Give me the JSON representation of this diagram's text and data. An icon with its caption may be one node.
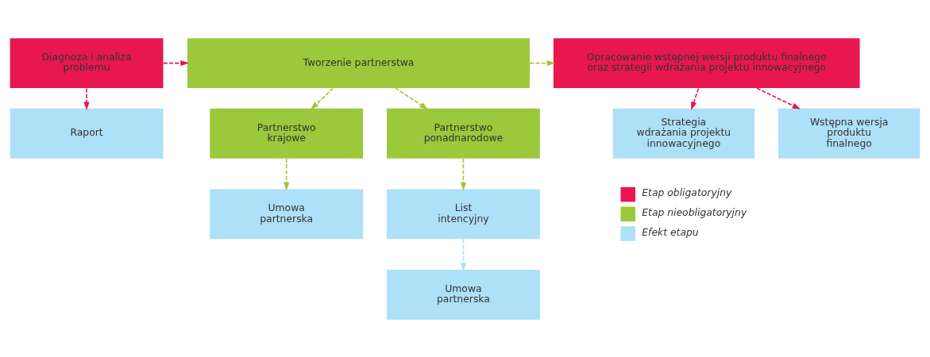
{
  "diagram": {
    "nodes": [
      {
        "text": [
          "Diagnoza i analiza problemu"
        ]
      },
      {
        "text": [
          "Tworzenie partnerstwa"
        ]
      },
      {
        "text": [
          "Opracowanie wstępnej wersji produktu finalnego oraz strategii wdrażania projektu innowacyjnego"
        ]
      },
      {
        "text": [
          "Raport"
        ]
      },
      {
        "text": [
          "Partnerstwo krajowe"
        ]
      },
      {
        "text": [
          "Partnerstwo ponadnarodowe"
        ]
      },
      {
        "text": [
          "Strategia wdrażania projektu innowacyjnego"
        ]
      },
      {
        "text": [
          "Wstępna wersja produktu finalnego"
        ]
      },
      {
        "text": [
          "Umowa partnerska"
        ]
      },
      {
        "text": [
          "List intencyjny"
        ]
      },
      {
        "text": [
          "Umowa partnerska"
        ]
      }
    ],
    "edges": [
      {
        "from": 0,
        "to": 1,
        "arrow": "to",
        "style": "dashed",
        "color": "#e8174f"
      },
      {
        "from": 1,
        "to": 2,
        "arrow": "to",
        "style": "dashed"
      },
      {
        "from": 0,
        "to": 3,
        "arrow": "to",
        "style": "dashed",
        "color": "#e8174f"
      },
      {
        "from": 1,
        "to": 4,
        "arrow": "to",
        "style": "dashed"
      },
      {
        "from": 1,
        "to": 5,
        "arrow": "to",
        "style": "dashed"
      },
      {
        "from": 2,
        "to": 6,
        "arrow": "to",
        "style": "dashed",
        "color": "#e8174f"
      },
      {
        "from": 2,
        "to": 7,
        "arrow": "to",
        "style": "dashed",
        "color": "#e8174f"
      },
      {
        "from": 4,
        "to": 8,
        "arrow": "to",
        "style": "dashed"
      },
      {
        "from": 5,
        "to": 9,
        "arrow": "to",
        "style": "dashed"
      },
      {
        "from": 9,
        "to": 10,
        "arrow": "to",
        "style": "dashed",
        "color": "#aee0f7"
      }
    ],
    "legend": [
      {
        "text": "Etap obligatoryjny",
        "color": "#e8174f"
      },
      {
        "text": "Etap nieobligatoryjny",
        "color": "#9cc83b"
      },
      {
        "text": "Efekt etapu",
        "color": "#aee0f7"
      }
    ]
  }
}
